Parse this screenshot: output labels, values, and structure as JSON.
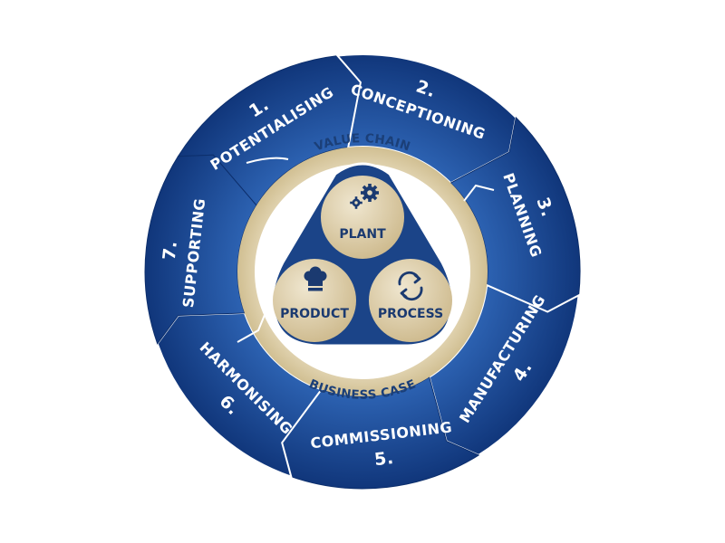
{
  "colors": {
    "segment_dark": "#10357a",
    "segment_light": "#2d63b3",
    "gold_ring": "#d8c9a1",
    "gold_node": "#dccca4",
    "navy_node_text": "#1b3a70",
    "white": "#ffffff"
  },
  "cycle": {
    "steps": [
      {
        "number": "1.",
        "label": "POTENTIALISING"
      },
      {
        "number": "2.",
        "label": "CONCEPTIONING"
      },
      {
        "number": "3.",
        "label": "PLANNING"
      },
      {
        "number": "4.",
        "label": "MANUFACTURING"
      },
      {
        "number": "5.",
        "label": "COMMISSIONING"
      },
      {
        "number": "6.",
        "label": "HARMONISING"
      },
      {
        "number": "7.",
        "label": "SUPPORTING"
      }
    ]
  },
  "ring": {
    "top_label": "VALUE CHAIN",
    "bottom_label": "BUSINESS CASE"
  },
  "core": {
    "nodes": [
      {
        "label": "PLANT",
        "icon": "gears-icon"
      },
      {
        "label": "PRODUCT",
        "icon": "chef-hat-icon"
      },
      {
        "label": "PROCESS",
        "icon": "cycle-arrows-icon"
      }
    ]
  }
}
